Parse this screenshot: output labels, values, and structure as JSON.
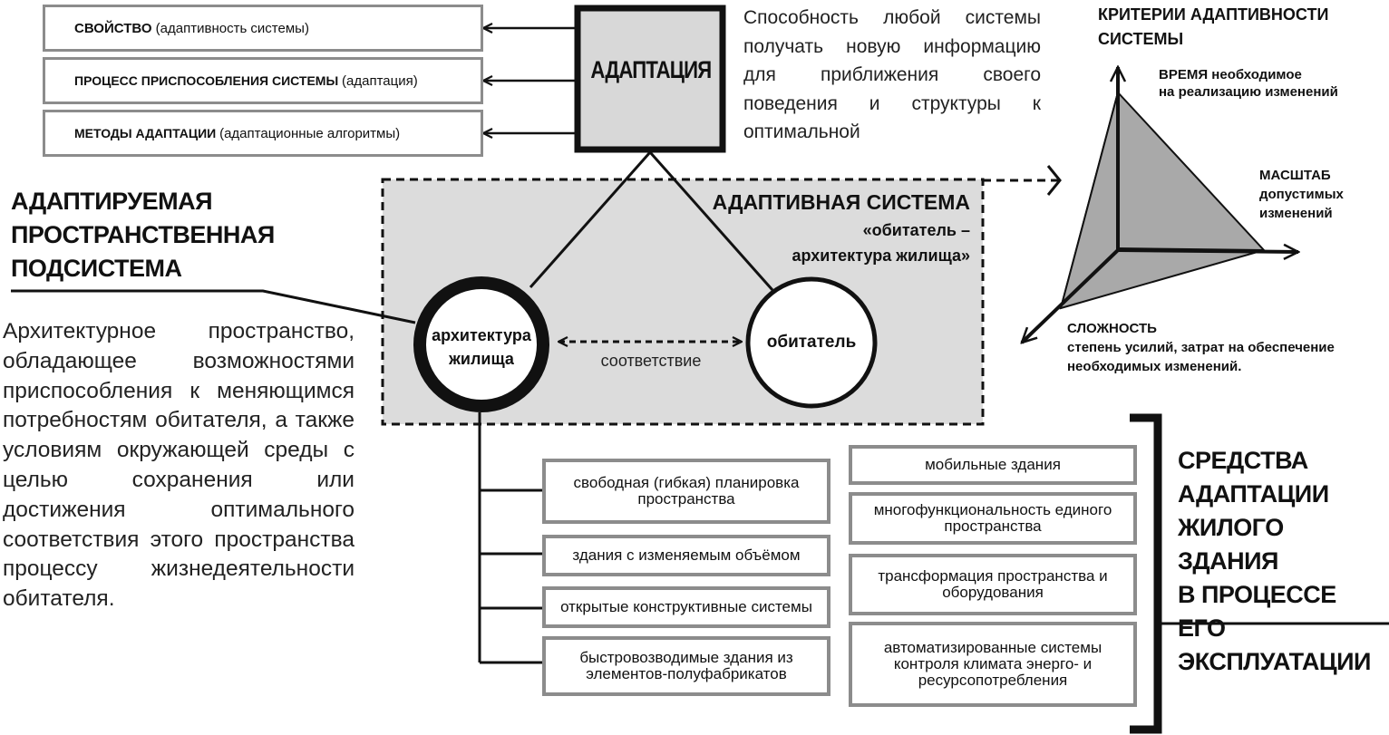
{
  "top_boxes": [
    {
      "bold": "СВОЙСТВО",
      "normal": "(адаптивность системы)"
    },
    {
      "bold": "ПРОЦЕСС ПРИСПОСОБЛЕНИЯ СИСТЕМЫ",
      "normal": "(адаптация)"
    },
    {
      "bold": "МЕТОДЫ АДАПТАЦИИ",
      "normal": "(адаптационные алгоритмы)"
    }
  ],
  "adaptation_box": "АДАПТАЦИЯ",
  "adaptation_definition": "Способность любой системы получать новую информацию для приближения своего поведения и структуры к оптимальной",
  "left_heading": [
    "АДАПТИРУЕМАЯ",
    "ПРОСТРАНСТВЕННАЯ",
    "ПОДСИСТЕМА"
  ],
  "left_description": "Архитектурное пространство, обладающее возможностями приспособления к меняющимся потребностям обитателя, а также условиям окружающей среды с целью сохранения или достижения оптимального соответствия этого пространства процессу жизнедеятельности обитателя.",
  "adaptive_system": {
    "title": "АДАПТИВНАЯ СИСТЕМА",
    "subtitle_line1": "«обитатель –",
    "subtitle_line2": "архитектура жилища»",
    "circle_left_line1": "архитектура",
    "circle_left_line2": "жилища",
    "circle_right": "обитатель",
    "link_label": "соответствие"
  },
  "criteria": {
    "title_line1": "КРИТЕРИИ АДАПТИВНОСТИ",
    "title_line2": "СИСТЕМЫ",
    "time_bold": "ВРЕМЯ",
    "time_rest": "необходимое",
    "time_line2": "на реализацию изменений",
    "scale_line1": "МАСШТАБ",
    "scale_line2": "допустимых",
    "scale_line3": "изменений",
    "complexity_line1": "СЛОЖНОСТЬ",
    "complexity_line2": "степень усилий, затрат на обеспечение",
    "complexity_line3": "необходимых изменений."
  },
  "means_left": [
    "свободная (гибкая) планировка пространства",
    "здания с изменяемым объёмом",
    "открытые конструктивные системы",
    "быстровозводимые здания из элементов-полуфабрикатов"
  ],
  "means_right": [
    "мобильные здания",
    "многофункциональность единого пространства",
    "трансформация пространства и оборудования",
    "автоматизированные системы контроля климата энерго- и ресурсопотребления"
  ],
  "means_heading": [
    "СРЕДСТВА",
    "АДАПТАЦИИ",
    "ЖИЛОГО ЗДАНИЯ",
    "В ПРОЦЕССЕ ЕГО",
    "ЭКСПЛУАТАЦИИ"
  ],
  "colors": {
    "box_border": "#8c8c8c",
    "system_fill": "#dcdcdc",
    "adaptation_fill": "#d8d8d8",
    "pyramid_light": "#cfcfcf",
    "pyramid_dark": "#a9a9a9"
  }
}
